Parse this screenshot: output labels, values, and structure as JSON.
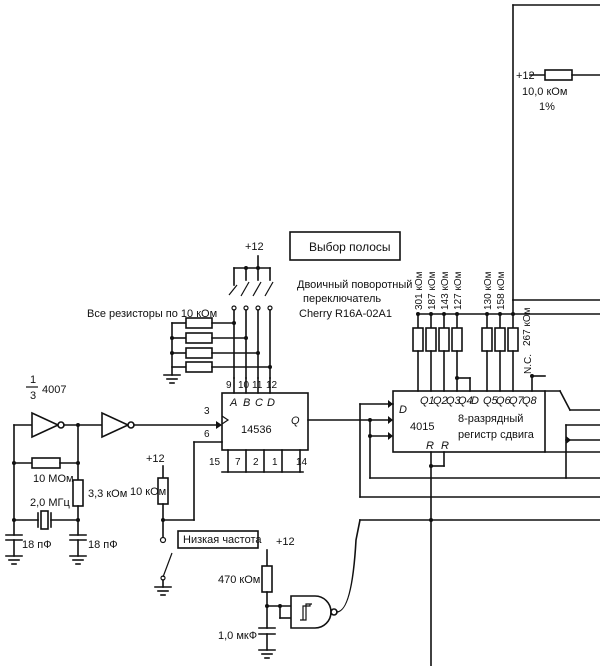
{
  "supply": "+12",
  "top_resistor": {
    "value": "10,0 кОм",
    "tolerance": "1%"
  },
  "band_select": "Выбор полосы",
  "switch_caption": [
    "Двоичный поворотный",
    "переключатель",
    "Cherry R16A-02A1"
  ],
  "all_resistors": "Все резисторы по 10 кОм",
  "inverter": {
    "fraction_num": "1",
    "fraction_den": "3",
    "part": "4007"
  },
  "osc": {
    "r_feedback": "10 МОм",
    "r_series": "3,3 кОм",
    "crystal": "2,0 МГц",
    "c1": "18 пФ",
    "c2": "18 пФ"
  },
  "counter": {
    "part": "14536",
    "pins_top": [
      "9",
      "10",
      "11",
      "12"
    ],
    "pin_letters": [
      "A",
      "B",
      "C",
      "D"
    ],
    "pins_left": [
      "3",
      "6"
    ],
    "pins_bottom": [
      "15",
      "7",
      "2",
      "1",
      "14"
    ],
    "out": "Q"
  },
  "pullup_left": {
    "value": "10 кОм"
  },
  "low_freq": "Низкая частота",
  "shift_reg": {
    "part": "4015",
    "title": [
      "8-разрядный",
      "регистр сдвига"
    ],
    "d": "D",
    "r": "R",
    "q_labels": [
      "Q1",
      "Q2",
      "Q3",
      "Q4",
      "D",
      "Q5",
      "Q6",
      "Q7",
      "Q8"
    ]
  },
  "dac_resistors": [
    "301 кОм",
    "187 кОм",
    "143 кОм",
    "127 кОм",
    "130 кОм",
    "158 кОм",
    "267 кОм"
  ],
  "nc": "N.C.",
  "rc_reset": {
    "r": "470 кОм",
    "c": "1,0 мкФ"
  }
}
